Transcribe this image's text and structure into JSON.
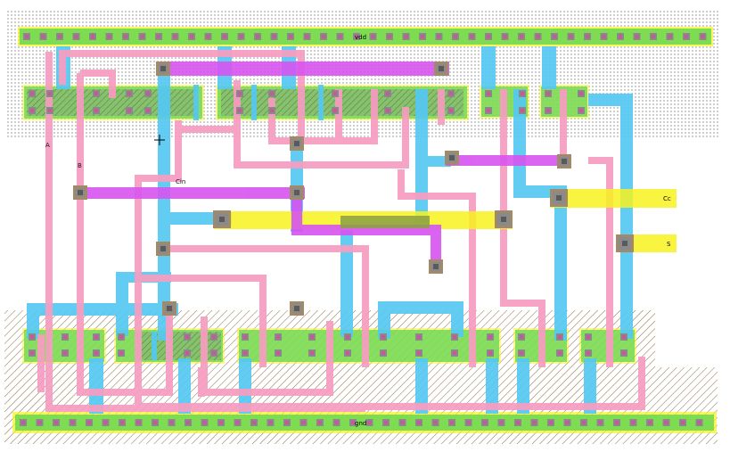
{
  "layout": {
    "rails": {
      "top": "vdd",
      "bottom": "gnd"
    },
    "inputs": [
      "A",
      "B",
      "Cin"
    ],
    "outputs": [
      "Cc",
      "S"
    ]
  },
  "colors": {
    "diffusion": "#7ddc52",
    "metal1": "#55c8f2",
    "poly": "#f79cc0",
    "metal2": "#d753f0",
    "pin": "#f7f21e",
    "via": "#7a7a7a"
  }
}
